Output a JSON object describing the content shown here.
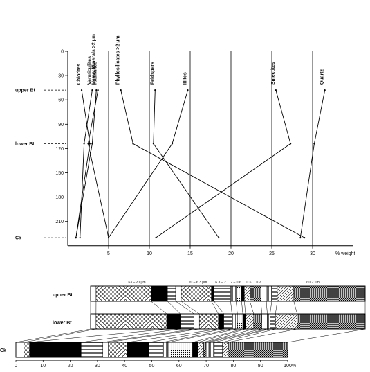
{
  "chart_data": [
    {
      "type": "line",
      "xlabel": "% weight",
      "x_ticks": [
        "5",
        "10",
        "15",
        "20",
        "25",
        "30"
      ],
      "xlim": [
        0,
        35
      ],
      "y_ticks": [
        "0",
        "30",
        "60",
        "90",
        "120",
        "150",
        "180",
        "210"
      ],
      "ylim": [
        0,
        240
      ],
      "y_reversed": true,
      "horizon_labels": [
        "upper Bt",
        "lower Bt",
        "Ck"
      ],
      "horizon_depths": [
        48,
        114,
        230
      ],
      "series": [
        {
          "name": "Chlorites",
          "values": [
            1.7,
            2.7,
            1.0
          ]
        },
        {
          "name": "Vermiculites",
          "values": [
            3.0,
            2.0,
            1.5
          ]
        },
        {
          "name": "Heavy Minerals >2 µm",
          "values": [
            3.5,
            3.0,
            1.0
          ]
        },
        {
          "name": "Kaolinites",
          "values": [
            3.7,
            2.5,
            5.0
          ]
        },
        {
          "name": "Phyllosilicates >2 µm",
          "values": [
            6.5,
            8.0,
            29.0
          ]
        },
        {
          "name": "Feldspars",
          "values": [
            10.7,
            10.5,
            18.5
          ]
        },
        {
          "name": "Illites",
          "values": [
            14.7,
            12.8,
            5.0
          ]
        },
        {
          "name": "Smectites",
          "values": [
            25.5,
            27.3,
            10.8
          ]
        },
        {
          "name": "Quartz",
          "values": [
            31.5,
            30.2,
            28.5
          ]
        }
      ]
    },
    {
      "type": "bar",
      "orientation": "horizontal",
      "stacked": true,
      "xlabel": "%",
      "x_ticks": [
        "0",
        "10",
        "20",
        "30",
        "40",
        "50",
        "60",
        "70",
        "80",
        "90",
        "100"
      ],
      "xlim": [
        0,
        100
      ],
      "categories": [
        "upper Bt",
        "lower Bt",
        "Ck"
      ],
      "size_classes": [
        "63 – 20 µm",
        "20 – 6.3 µm",
        "6.3 – 2",
        "2 – 0.6",
        "0.6",
        "0.2",
        "< 0.2 µm"
      ],
      "rows": [
        [
          2,
          20,
          6,
          3,
          2,
          11,
          1,
          6,
          2,
          2,
          1,
          2,
          4,
          2,
          2,
          2,
          6,
          26
        ],
        [
          2,
          26,
          5,
          5,
          2,
          7,
          2,
          3,
          2,
          2,
          1,
          3,
          3,
          2,
          1,
          2,
          8,
          25
        ],
        [
          3,
          2,
          19,
          8,
          2,
          7,
          8,
          5,
          2,
          9,
          2,
          2,
          1,
          1,
          2,
          3,
          2,
          22
        ]
      ]
    }
  ]
}
